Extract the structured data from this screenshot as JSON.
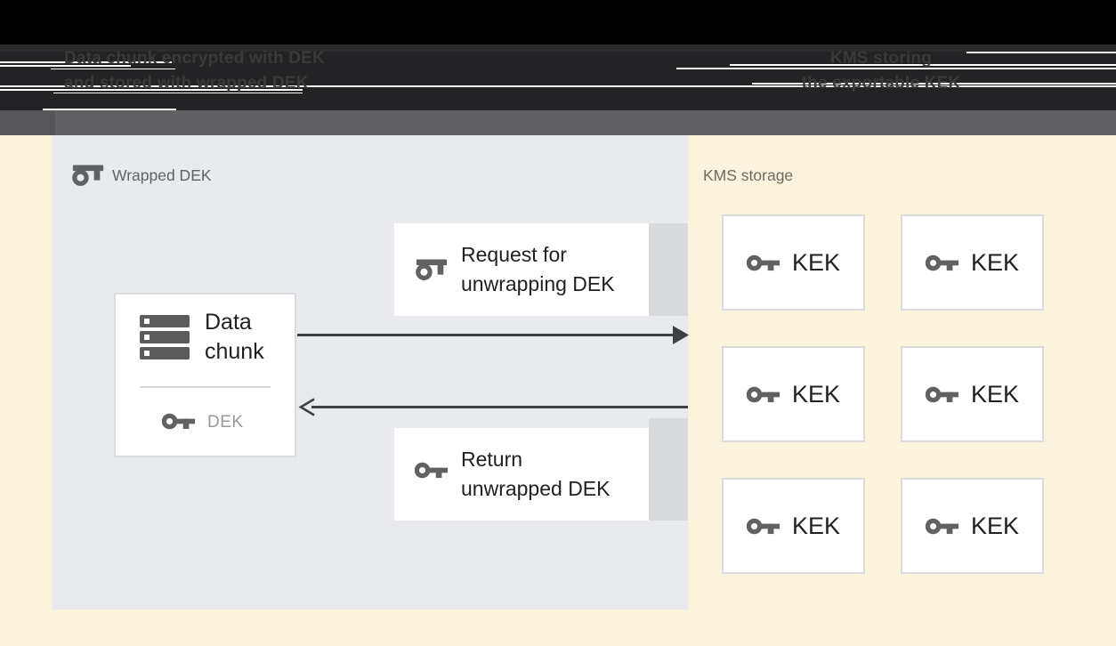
{
  "header": {
    "left_caption_line1": "Data chunk encrypted with DEK",
    "left_caption_line2": "and stored with wrapped DEK",
    "right_caption_line1": "KMS storing",
    "right_caption_line2": "the exportable KEK"
  },
  "wrapped_panel": {
    "title": "Wrapped DEK"
  },
  "kms_panel": {
    "title": "KMS storage",
    "kek_label": "KEK",
    "kek_count": "6"
  },
  "data_chunk": {
    "label_line1": "Data",
    "label_line2": "chunk",
    "key_label": "DEK"
  },
  "request_box": {
    "line1": "Request for",
    "line2": "unwrapping DEK"
  },
  "return_box": {
    "line1": "Return",
    "line2": "unwrapped DEK"
  },
  "colors": {
    "band_black": "#000000",
    "band_dark": "#232325",
    "bar_gray": "#616163",
    "bg_yellow": "#fbf4dc",
    "panel_gray": "#e8eaed",
    "box_border": "#d9dbdf",
    "strip_gray": "#d9dadb",
    "icon_gray": "#5f6163",
    "text_dark": "#202124",
    "text_gray": "#5f6368",
    "kms_label": "#6f6a60",
    "dek_gray": "#97999c",
    "arrow": "#3f4042",
    "caption_gray": "#3a3a3a",
    "glitch_white": "#ffffff"
  }
}
